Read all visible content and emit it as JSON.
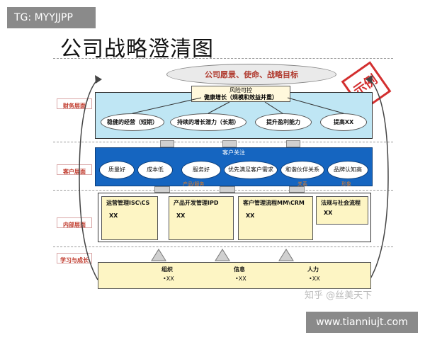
{
  "tag": "TG: MYYJJPP",
  "title": "公司战略澄清图",
  "stamp": "示例",
  "sections": {
    "finance": "财务层面",
    "customer": "客户层面",
    "internal": "内部层面",
    "learning": "学习与成长"
  },
  "goal": "公司愿景、使命、战略目标",
  "risk": {
    "line1": "风险可控",
    "line2": "健康增长（规模和效益并重）"
  },
  "finance_items": [
    "稳健的经营（短期）",
    "持续的增长潜力（长期）",
    "提升盈利能力",
    "提高XX"
  ],
  "customer_title": "客户关注",
  "customer_items": [
    "质量好",
    "成本低",
    "服务好",
    "优先满足客户需求",
    "和谐伙伴关系",
    "品牌认知高"
  ],
  "customer_sub": [
    "产品/服务",
    "关系",
    "形象"
  ],
  "internal_items": [
    {
      "title": "运营管理ISC\\CS",
      "value": "XX"
    },
    {
      "title": "产品开发管理IPD",
      "value": "XX"
    },
    {
      "title": "客户管理流程MM\\CRM",
      "value": "XX"
    },
    {
      "title": "法规与社会流程",
      "value": "XX"
    }
  ],
  "learning_items": [
    {
      "title": "组织",
      "value": "•XX"
    },
    {
      "title": "信息",
      "value": "•XX"
    },
    {
      "title": "人力",
      "value": "•XX"
    }
  ],
  "watermark": "知乎 @丝美天下",
  "url": "www.tianniujt.com"
}
